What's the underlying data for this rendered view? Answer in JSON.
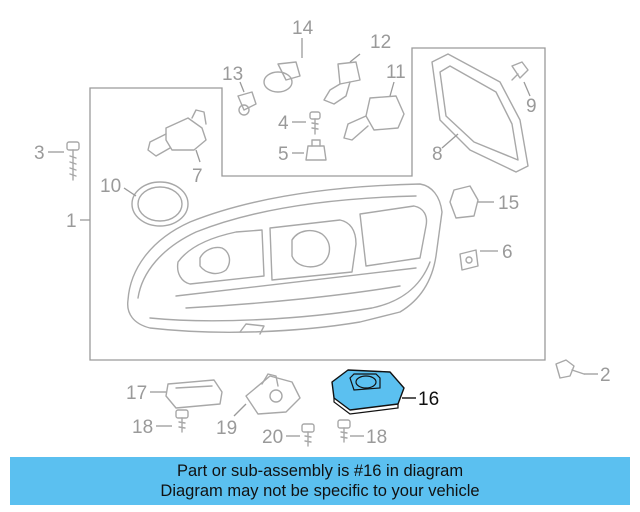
{
  "diagram": {
    "highlight_color": "#5bc0f0",
    "callouts": {
      "p1": "1",
      "p2": "2",
      "p3": "3",
      "p4": "4",
      "p5": "5",
      "p6": "6",
      "p7": "7",
      "p8": "8",
      "p9": "9",
      "p10": "10",
      "p11": "11",
      "p12": "12",
      "p13": "13",
      "p14": "14",
      "p15": "15",
      "p16": "16",
      "p17": "17",
      "p18a": "18",
      "p18b": "18",
      "p19": "19",
      "p20": "20"
    }
  },
  "banner": {
    "line1": "Part or sub-assembly is #16 in diagram",
    "line2": "Diagram may not be specific to your vehicle"
  }
}
